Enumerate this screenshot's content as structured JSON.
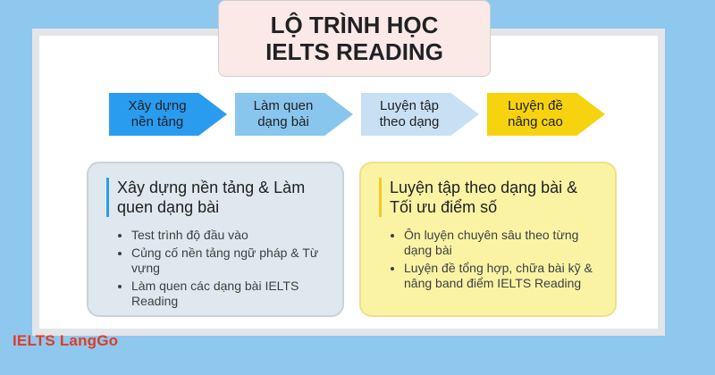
{
  "title": {
    "line1": "LỘ TRÌNH HỌC",
    "line2": "IELTS READING"
  },
  "steps": [
    {
      "line1": "Xây dựng",
      "line2": "nền tảng",
      "color": "#2a9cf0"
    },
    {
      "line1": "Làm quen",
      "line2": "dạng bài",
      "color": "#89c6ee"
    },
    {
      "line1": "Luyện tập",
      "line2": "theo dạng",
      "color": "#c8e0f3"
    },
    {
      "line1": "Luyện đề",
      "line2": "nâng cao",
      "color": "#f6d30e"
    }
  ],
  "panels": [
    {
      "heading": "Xây dựng nền tảng & Làm quen dạng bài",
      "items": [
        "Test trình độ đầu vào",
        "Củng cố nền tảng ngữ pháp & Từ vựng",
        "Làm quen các dạng bài IELTS Reading"
      ]
    },
    {
      "heading": "Luyện tập theo dạng bài & Tối ưu điểm số",
      "items": [
        "Ôn luyện chuyên sâu theo từng dạng bài",
        "Luyện đề tổng hợp, chữa bài kỹ & nâng band điểm IELTS Reading"
      ]
    }
  ],
  "brand": "IELTS LangGo"
}
